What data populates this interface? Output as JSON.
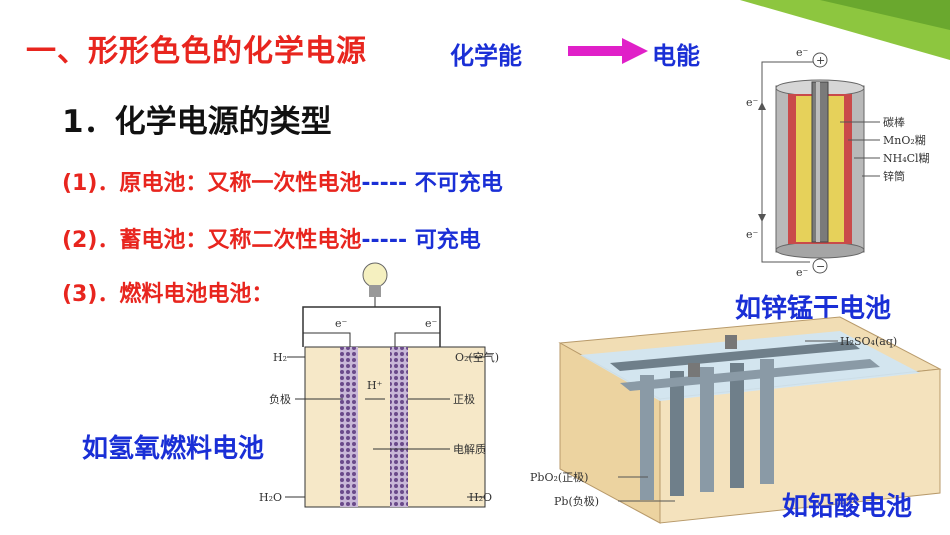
{
  "title": "一、形形色色的化学电源",
  "energy": {
    "from": "化学能",
    "to": "电能"
  },
  "heading": "1．化学电源的类型",
  "items": [
    {
      "label": "(1)．原电池：又称一次性电池",
      "dash": "-----",
      "note": "不可充电"
    },
    {
      "label": "(2)．蓄电池：又称二次性电池",
      "dash": "-----",
      "note": "可充电"
    },
    {
      "label": "(3)．燃料电池电池："
    }
  ],
  "dry_cell": {
    "caption": "如锌锰干电池",
    "labels": [
      "碳棒",
      "MnO₂糊",
      "NH₄Cl糊",
      "锌筒"
    ],
    "electron": "e⁻",
    "plus": "+",
    "minus": "−"
  },
  "fuel_cell": {
    "caption": "如氢氧燃料电池",
    "labels": {
      "h2": "H₂",
      "o2": "O₂(空气)",
      "neg": "负极",
      "pos": "正极",
      "hplus": "H⁺",
      "electrolyte": "电解质",
      "h2o_left": "H₂O",
      "h2o_right": "H₂O",
      "e_left": "e⁻",
      "e_right": "e⁻"
    }
  },
  "lead_acid": {
    "caption": "如铅酸电池",
    "labels": {
      "acid": "H₂SO₄(aq)",
      "pbo2": "PbO₂(正极)",
      "pb": "Pb(负极)"
    }
  },
  "colors": {
    "title": "#e8251e",
    "blue": "#1a2fd6",
    "accent_green": "#8dc63f",
    "arrow": "#e020c8"
  }
}
